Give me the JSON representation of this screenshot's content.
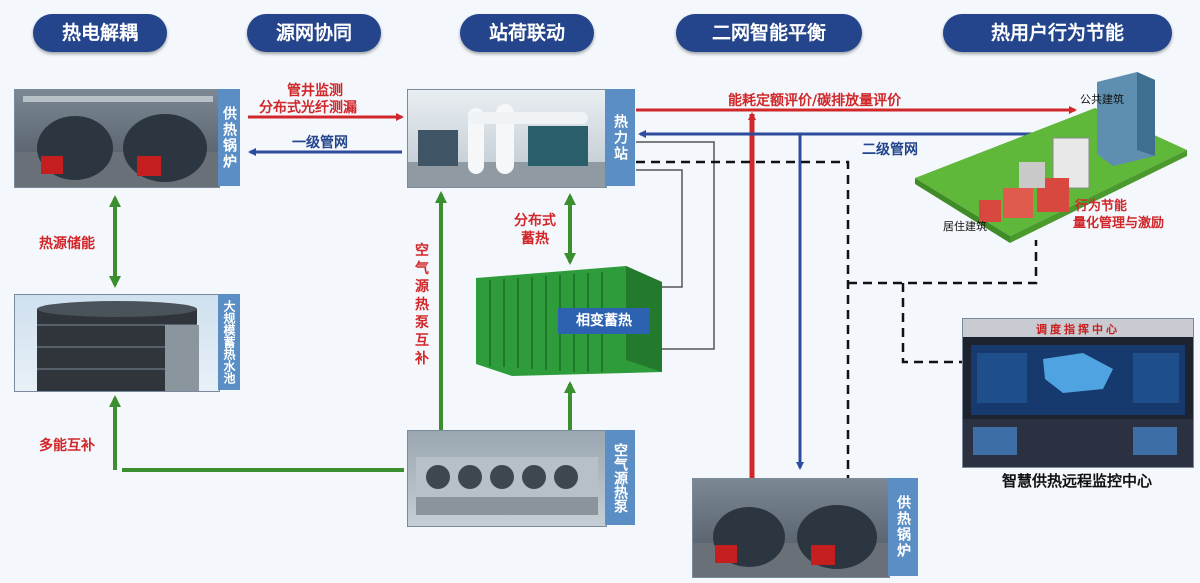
{
  "headers": [
    "热电解耦",
    "源网协同",
    "站荷联动",
    "二网智能平衡",
    "热用户行为节能"
  ],
  "colors": {
    "pill": "#24458c",
    "red": "#d1272a",
    "blue": "#2e4b9e",
    "green": "#3c8f2f",
    "tag": "#5a8ec4"
  },
  "nodes": {
    "boiler_top": "供热锅炉",
    "heat_station": "热力站",
    "storage_tank": "大规模蓄热水池",
    "phase_change": "相变蓄热",
    "air_heat_pump": "空气源热泵",
    "boiler_bottom": "供热锅炉",
    "public_building": "公共建筑",
    "residential_building": "居住建筑",
    "behavior_line1": "行为节能",
    "behavior_line2": "量化管理与激励",
    "control_center": "智慧供热远程监控中心",
    "control_screen": "调度指挥中心"
  },
  "links": {
    "pipe_monitor_1": "管井监测",
    "pipe_monitor_2": "分布式光纤测漏",
    "primary_network": "一级管网",
    "energy_eval": "能耗定额评价/碳排放量评价",
    "secondary_network": "二级管网",
    "source_storage": "热源储能",
    "distributed_storage": "分布式蓄热",
    "air_pump_mutual": "空气源热泵互补",
    "multi_energy": "多能互补"
  }
}
